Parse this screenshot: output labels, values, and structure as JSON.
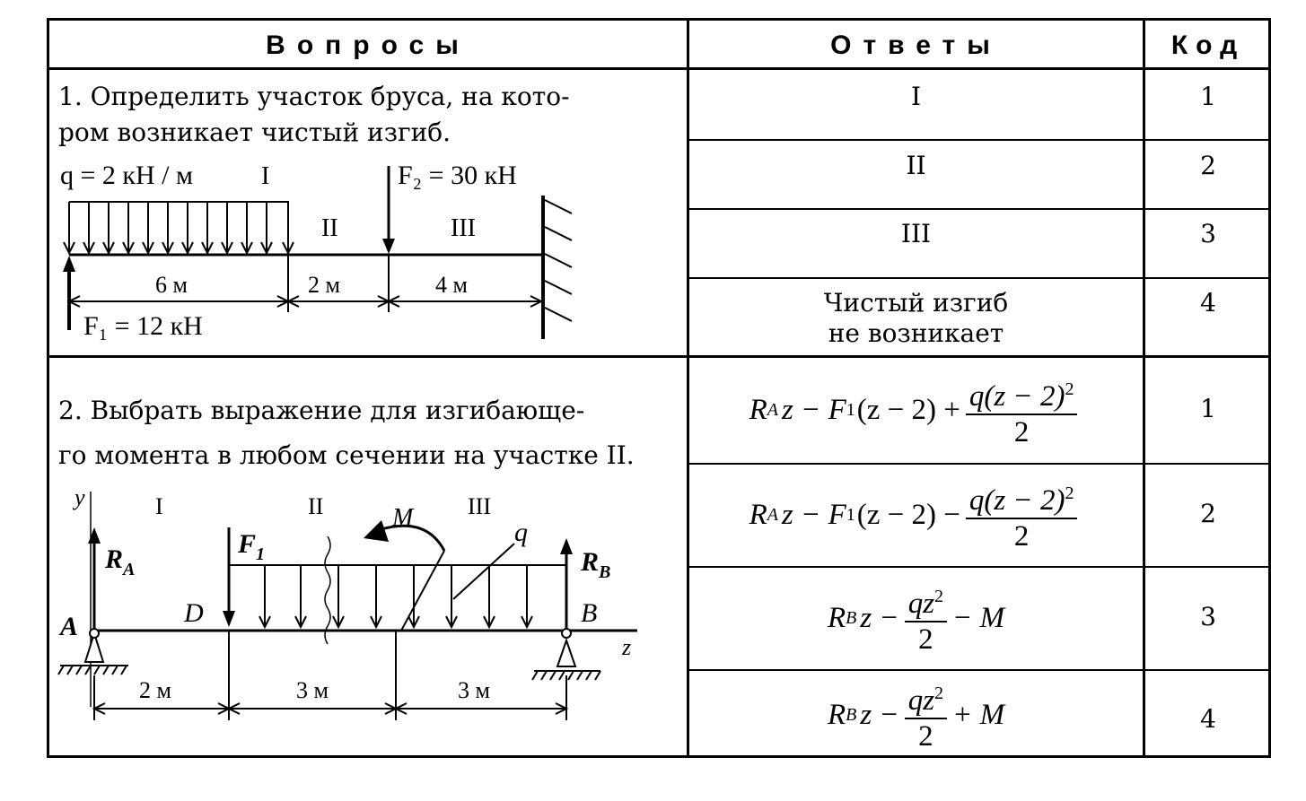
{
  "headers": {
    "questions": "Вопросы",
    "answers": "Ответы",
    "code": "Код"
  },
  "q1": {
    "text_line1": "1. Определить участок бруса, на кото-",
    "text_line2": "ром возникает чистый изгиб.",
    "diagram": {
      "q_label": "q = 2 кН / м",
      "f2_label": "F₂ = 30 кН",
      "f1_label": "F₁ = 12 кН",
      "sec1": "I",
      "sec2": "II",
      "sec3": "III",
      "d1": "6 м",
      "d2": "2 м",
      "d3": "4 м"
    },
    "answers": [
      {
        "text": "I",
        "code": "1"
      },
      {
        "text": "II",
        "code": "2"
      },
      {
        "text": "III",
        "code": "3"
      },
      {
        "text_line1": "Чистый изгиб",
        "text_line2": "не возникает",
        "code": "4"
      }
    ]
  },
  "q2": {
    "text_line1": "2. Выбрать выражение для изгибающе-",
    "text_line2": "го момента в любом сечении на участке II.",
    "diagram": {
      "y": "y",
      "z": "z",
      "A": "A",
      "B": "B",
      "D": "D",
      "RA": "R",
      "RA_sub": "A",
      "RB": "R",
      "RB_sub": "B",
      "F1": "F",
      "F1_sub": "1",
      "M": "M",
      "q": "q",
      "sec1": "I",
      "sec2": "II",
      "sec3": "III",
      "d1": "2 м",
      "d2": "3 м",
      "d3": "3 м"
    },
    "answers": [
      {
        "left": "R",
        "sub": "A",
        "mid": "z − F",
        "sub2": "1",
        "rest": "(z − 2) +",
        "num": "q(z − 2)",
        "num_exp": "2",
        "den": "2",
        "tail": "",
        "code": "1"
      },
      {
        "left": "R",
        "sub": "A",
        "mid": "z − F",
        "sub2": "1",
        "rest": "(z − 2) −",
        "num": "q(z − 2)",
        "num_exp": "2",
        "den": "2",
        "tail": "",
        "code": "2"
      },
      {
        "left": "R",
        "sub": "B",
        "mid": "z −",
        "num": "qz",
        "num_exp": "2",
        "den": "2",
        "tail": "− M",
        "code": "3"
      },
      {
        "left": "R",
        "sub": "B",
        "mid": "z −",
        "num": "qz",
        "num_exp": "2",
        "den": "2",
        "tail": "+ M",
        "code": "4"
      }
    ]
  }
}
